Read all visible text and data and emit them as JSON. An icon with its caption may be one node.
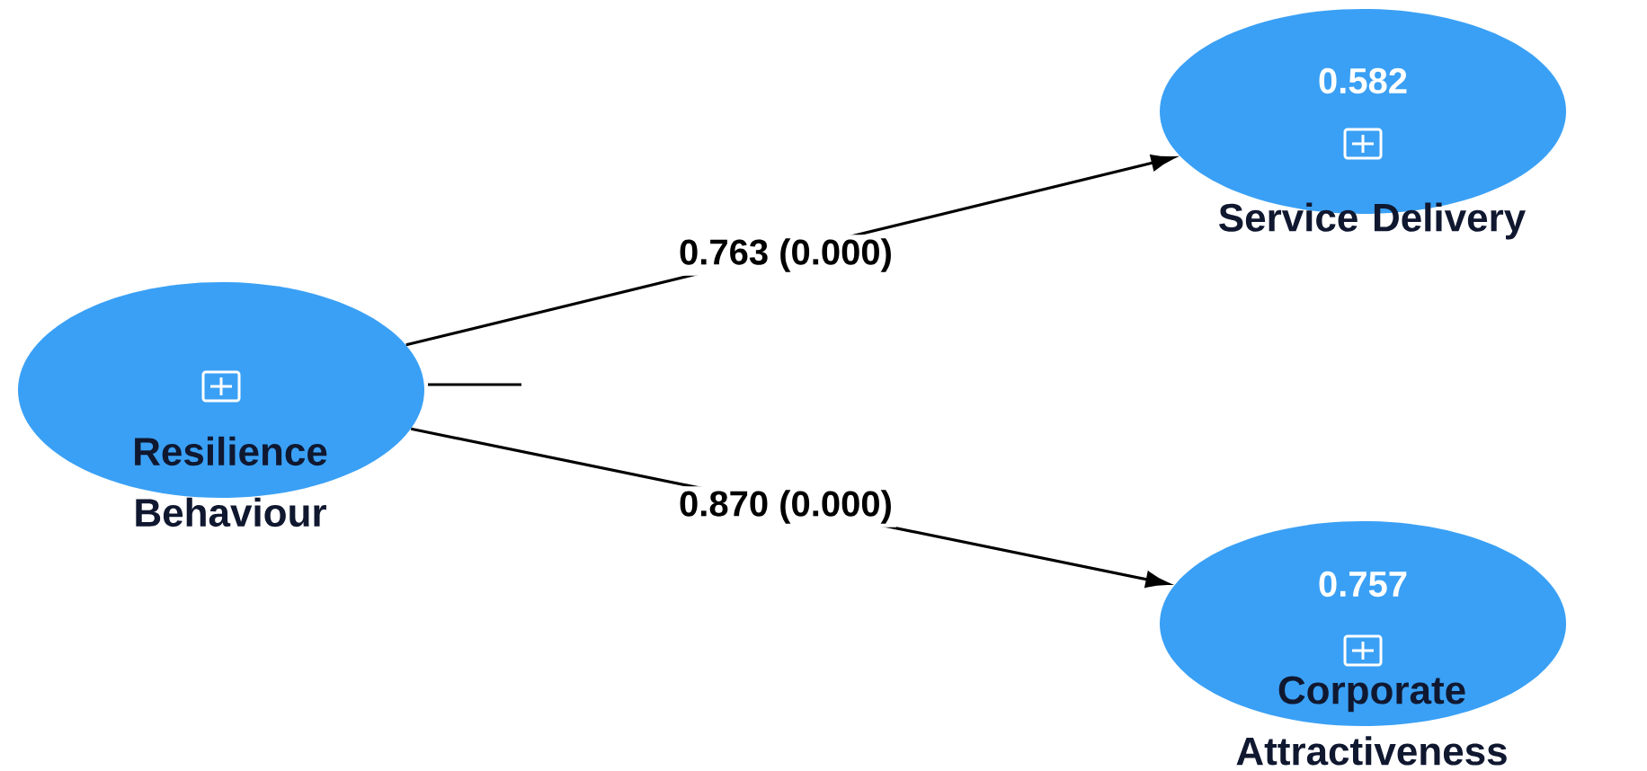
{
  "diagram": {
    "nodes": [
      {
        "text": [
          "Resilience Behaviour"
        ]
      },
      {
        "text": [
          "0.582",
          "Service Delivery"
        ]
      },
      {
        "text": [
          "0.757",
          "Corporate Attractiveness"
        ]
      }
    ],
    "edges": [
      {
        "from": 0,
        "to": 1,
        "arrow": "to",
        "label": "0.763 (0.000)"
      },
      {
        "from": 0,
        "to": 2,
        "arrow": "to",
        "label": "0.870 (0.000)"
      }
    ]
  }
}
